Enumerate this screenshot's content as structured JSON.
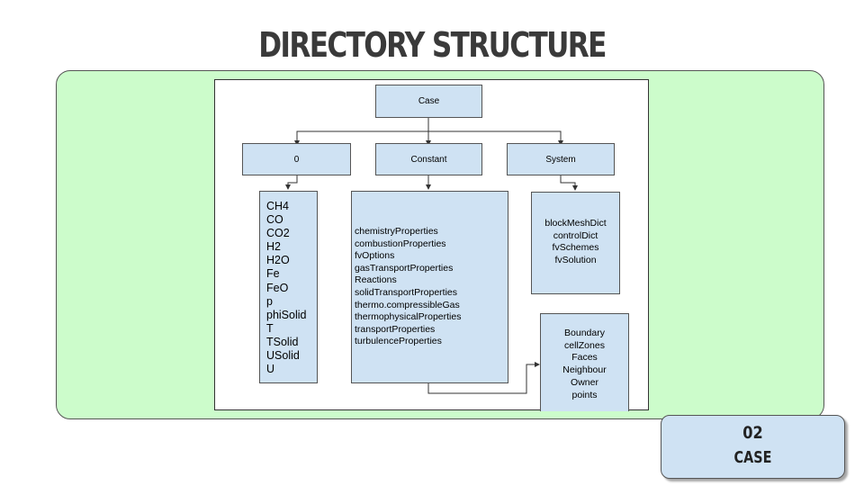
{
  "slide": {
    "title": "DIRECTORY STRUCTURE",
    "badge_number": "02",
    "badge_label": "CASE"
  },
  "diagram": {
    "root": "Case",
    "level1": [
      "0",
      "Constant",
      "System"
    ],
    "zero_files": [
      "CH4",
      "CO",
      "CO2",
      "H2",
      "H2O",
      "Fe",
      "FeO",
      "p",
      "phiSolid",
      "T",
      "TSolid",
      "USolid",
      "U"
    ],
    "constant_files": [
      "chemistryProperties",
      "combustionProperties",
      "fvOptions",
      "gasTransportProperties",
      "Reactions",
      "solidTransportProperties",
      "thermo.compressibleGas",
      "thermophysicalProperties",
      "transportProperties",
      "turbulenceProperties"
    ],
    "system_files": [
      "blockMeshDict",
      "controlDict",
      "fvSchemes",
      "fvSolution"
    ],
    "polymesh_files": [
      "Boundary",
      "cellZones",
      "Faces",
      "Neighbour",
      "Owner",
      "points"
    ]
  }
}
